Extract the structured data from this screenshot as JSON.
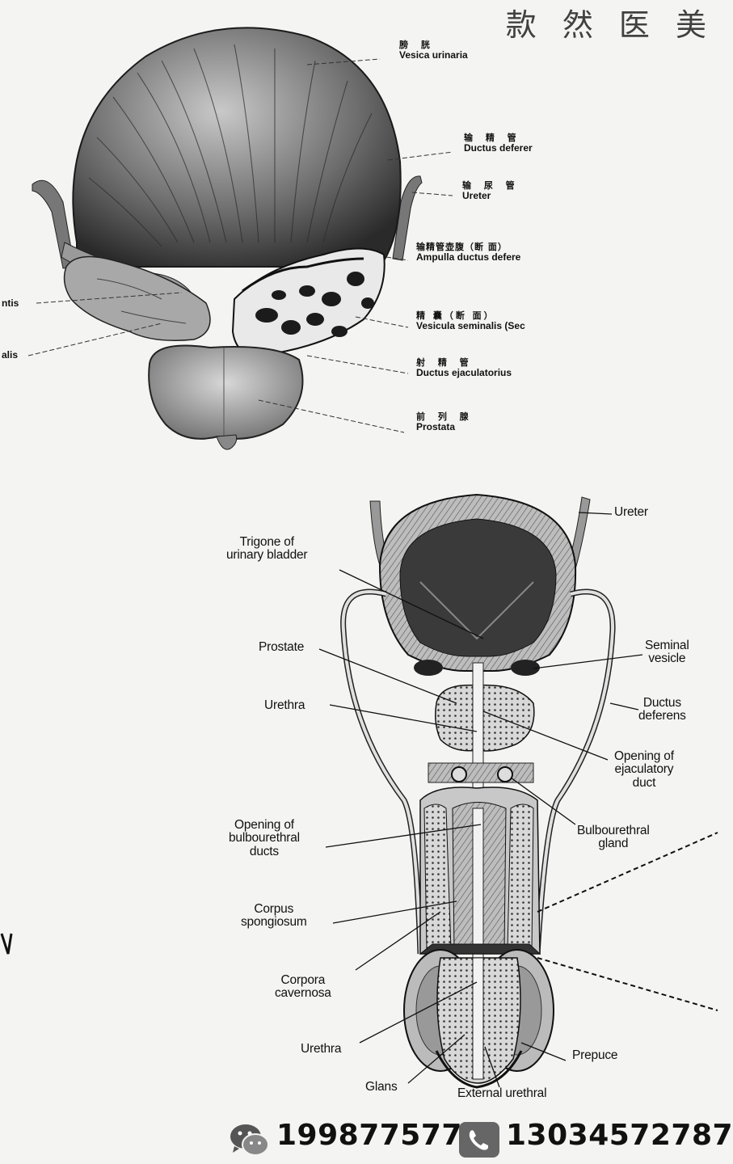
{
  "watermark": "款 然 医 美",
  "top_labels": [
    {
      "zh": "膀 胱",
      "en": "Vesica urinaria"
    },
    {
      "zh": "输 精 管",
      "en": "Ductus deferer"
    },
    {
      "zh": "输 尿 管",
      "en": "Ureter"
    },
    {
      "zh": "输精管壶腹（断 面）",
      "en": "Ampulla ductus defere"
    },
    {
      "zh": "精 囊（断 面）",
      "en": "Vesicula seminalis (Sec"
    },
    {
      "zh": "射 精 管",
      "en": "Ductus ejaculatorius"
    },
    {
      "zh": "前 列 腺",
      "en": "Prostata"
    }
  ],
  "top_left_cut_labels": [
    "ntis",
    "alis"
  ],
  "bottom_labels": {
    "ureter": "Ureter",
    "trigone": "Trigone of\nurinary bladder",
    "prostate": "Prostate",
    "urethra_upper": "Urethra",
    "seminal_vesicle": "Seminal\nvesicle",
    "ductus_deferens": "Ductus\ndeferens",
    "opening_ejaculatory": "Opening of\nejaculatory\nduct",
    "bulbourethral_gland": "Bulbourethral\ngland",
    "opening_bulbourethral": "Opening of\nbulbourethral\nducts",
    "corpus_spongiosum": "Corpus\nspongiosum",
    "corpora_cavernosa": "Corpora\ncavernosa",
    "urethra_lower": "Urethra",
    "prepuce": "Prepuce",
    "glans": "Glans",
    "external_urethral": "External urethral"
  },
  "contact": {
    "wechat_icon": "wechat-icon",
    "wechat": "199877577",
    "phone_icon": "phone-icon",
    "phone": "13034572787"
  }
}
